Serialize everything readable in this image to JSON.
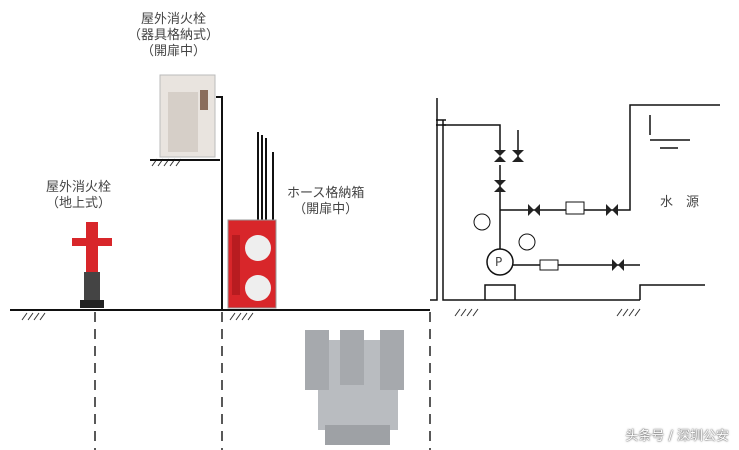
{
  "labels": {
    "cabinet_hydrant": [
      "屋外消火栓",
      "（器具格納式）",
      "（開扉中）"
    ],
    "ground_hydrant": [
      "屋外消火栓",
      "（地上式）"
    ],
    "hose_box": [
      "ホース格納箱",
      "（開扉中）"
    ],
    "water_source": "水　源",
    "pump": "P"
  },
  "watermark": "头条号 / 深圳公安",
  "colors": {
    "hydrant_red": "#d8262a",
    "line": "#111111",
    "valve": "#333333"
  }
}
